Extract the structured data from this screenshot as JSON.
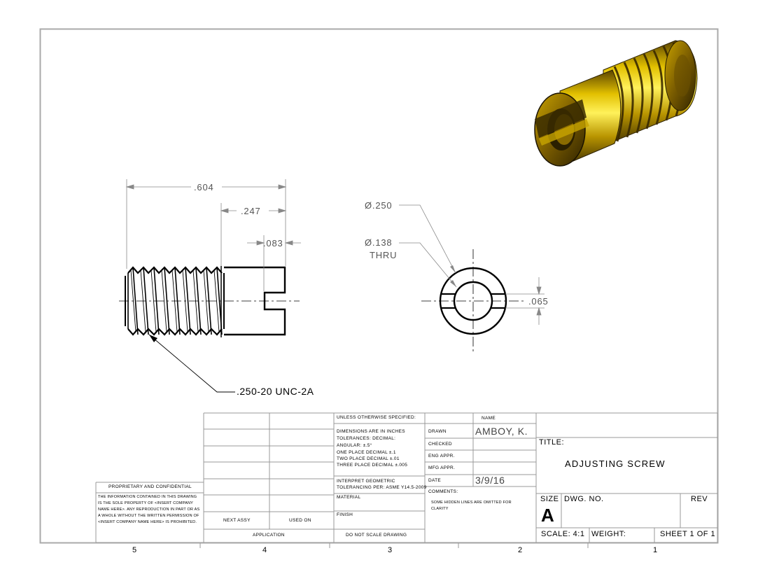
{
  "drawing": {
    "dim_overall": ".604",
    "dim_slot_pos": ".247",
    "dim_slot_width": ".083",
    "dim_od": "Ø.250",
    "dim_hole": "Ø.138",
    "dim_hole_note": "THRU",
    "dim_flat": ".065",
    "thread_callout": ".250-20 UNC-2A"
  },
  "title_block": {
    "unless_specified": "UNLESS OTHERWISE SPECIFIED:",
    "name_header": "NAME",
    "drawn_label": "DRAWN",
    "drawn_by": "AMBOY, K.",
    "checked_label": "CHECKED",
    "eng_appr_label": "ENG APPR.",
    "mfg_appr_label": "MFG APPR.",
    "date_label": "DATE",
    "date_value": "3/9/16",
    "comments_label": "COMMENTS:",
    "comments_text": "SOME HIDDEN LINES ARE OMITTED FOR CLARITY",
    "tolerances": [
      "DIMENSIONS ARE IN INCHES",
      "TOLERANCES: DECIMAL:",
      "ANGULAR: ±.5°",
      "ONE PLACE DECIMAL ±.1",
      "TWO PLACE DECIMAL ±.01",
      "THREE PLACE DECIMAL ±.005"
    ],
    "geometric_1": "INTERPRET GEOMETRIC",
    "geometric_2": "TOLERANCING PER: ASME Y14.5-2009",
    "material_label": "MATERIAL",
    "finish_label": "FINISH",
    "do_not_scale": "DO NOT SCALE DRAWING",
    "title_label": "TITLE:",
    "title": "ADJUSTING SCREW",
    "size_label": "SIZE",
    "size_value": "A",
    "dwg_no_label": "DWG.  NO.",
    "rev_label": "REV",
    "scale_label": "SCALE: 4:1",
    "weight_label": "WEIGHT:",
    "sheet_label": "SHEET 1 OF 1",
    "next_assy": "NEXT ASSY",
    "used_on": "USED ON",
    "application": "APPLICATION",
    "proprietary_title": "PROPRIETARY AND CONFIDENTIAL",
    "proprietary_text": "THE INFORMATION CONTAINED IN THIS DRAWING IS THE SOLE PROPERTY OF <INSERT COMPANY NAME HERE>. ANY REPRODUCTION IN PART OR AS A WHOLE WITHOUT THE WRITTEN PERMISSION OF <INSERT COMPANY NAME HERE> IS PROHIBITED."
  },
  "zones": [
    "5",
    "4",
    "3",
    "2",
    "1"
  ]
}
